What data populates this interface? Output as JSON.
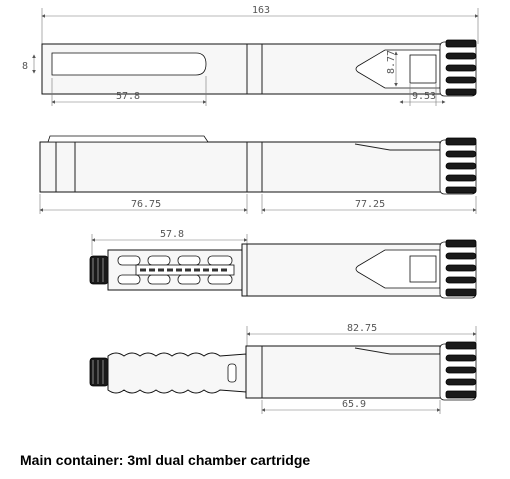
{
  "caption": "Main container:  3ml dual chamber cartridge",
  "dimensions": {
    "overall_length": "163",
    "diameter": "8",
    "clip_length": "57.8",
    "window_width": "8.77",
    "window_offset": "9.53",
    "cap_length": "76.75",
    "body_length": "77.25",
    "extended_length": "57.8",
    "barrel_length": "82.75",
    "barrel_inner_length": "65.9"
  }
}
